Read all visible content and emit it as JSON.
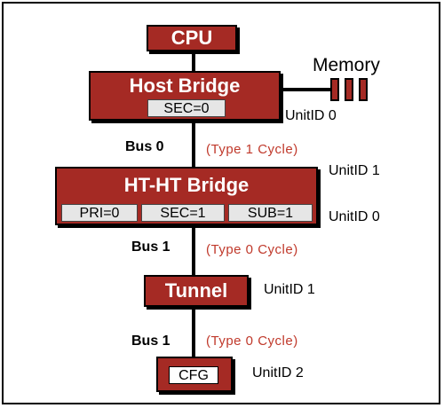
{
  "colors": {
    "block_fill": "#a52a24",
    "cycle_text": "#c0392b"
  },
  "cpu": {
    "label": "CPU"
  },
  "host_bridge": {
    "label": "Host Bridge",
    "sec": "SEC=0",
    "unit_id": "UnitID 0"
  },
  "memory": {
    "label": "Memory"
  },
  "bus0": {
    "label": "Bus 0",
    "cycle": "(Type 1 Cycle)"
  },
  "ht_bridge": {
    "label": "HT-HT Bridge",
    "unit_id_top": "UnitID 1",
    "unit_id_bottom": "UnitID 0",
    "registers": [
      "PRI=0",
      "SEC=1",
      "SUB=1"
    ]
  },
  "bus1_upper": {
    "label": "Bus 1",
    "cycle": "(Type 0 Cycle)"
  },
  "tunnel": {
    "label": "Tunnel",
    "unit_id": "UnitID 1"
  },
  "bus1_lower": {
    "label": "Bus 1",
    "cycle": "(Type 0 Cycle)"
  },
  "device": {
    "cfg": "CFG",
    "unit_id": "UnitID 2"
  }
}
